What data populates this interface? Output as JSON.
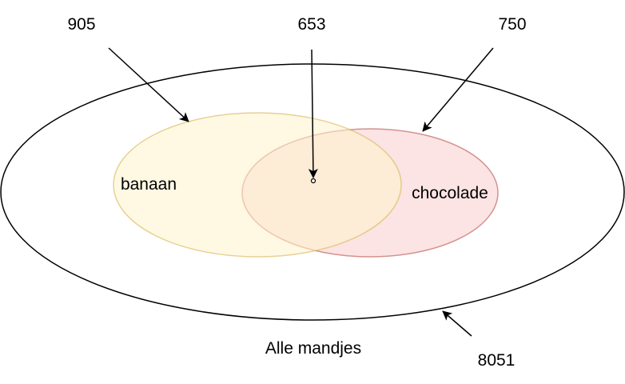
{
  "diagram": {
    "sets": {
      "universe": {
        "label": "Alle mandjes",
        "count": "8051"
      },
      "banaan": {
        "label": "banaan",
        "count": "905",
        "fill": "#fff2cc",
        "stroke": "#d6b656"
      },
      "chocolade": {
        "label": "chocolade",
        "count": "750",
        "fill": "#f8cecc",
        "stroke": "#b85450"
      },
      "intersection": {
        "count": "653"
      }
    },
    "colors": {
      "outline": "#000000",
      "background": "#ffffff"
    }
  }
}
